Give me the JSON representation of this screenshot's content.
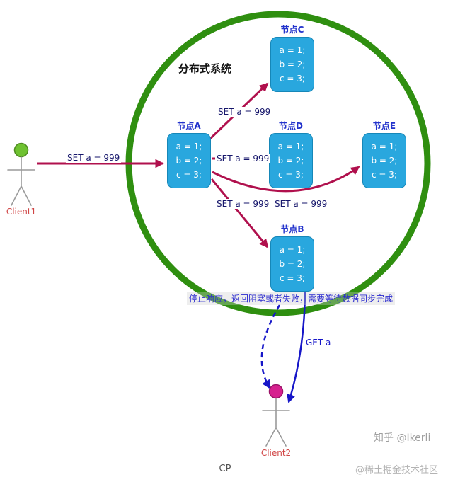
{
  "title": "分布式系统",
  "nodes": {
    "a": {
      "label": "节点A",
      "lines": [
        "a = 1;",
        "b = 2;",
        "c = 3;"
      ]
    },
    "b": {
      "label": "节点B",
      "lines": [
        "a = 1;",
        "b = 2;",
        "c = 3;"
      ]
    },
    "c": {
      "label": "节点C",
      "lines": [
        "a = 1;",
        "b = 2;",
        "c = 3;"
      ]
    },
    "d": {
      "label": "节点D",
      "lines": [
        "a = 1;",
        "b = 2;",
        "c = 3;"
      ]
    },
    "e": {
      "label": "节点E",
      "lines": [
        "a = 1;",
        "b = 2;",
        "c = 3;"
      ]
    }
  },
  "edges": {
    "client1_to_a": "SET a = 999",
    "a_to_c": "SET a = 999",
    "a_to_d": "SET a = 999",
    "a_to_b": "SET a = 999",
    "a_to_e": "SET a = 999",
    "get_a": "GET a"
  },
  "clients": {
    "client1": {
      "label": "Client1"
    },
    "client2": {
      "label": "Client2"
    }
  },
  "annotations": {
    "block_text": "停止响应，返回阻塞或者失败，需要等待数据同步完成",
    "cp_label": "CP"
  },
  "watermarks": {
    "zhihu": "知乎 @Ikerli",
    "juejin": "@稀土掘金技术社区"
  },
  "colors": {
    "circle_stroke": "#2f8f10",
    "node_fill": "#29a7de",
    "node_border": "#1687b8",
    "node_label": "#2333cc",
    "set_arrow": "#b0104d",
    "get_arrow": "#1616c8",
    "edge_label_text": "#16166b",
    "client_label": "#d04545",
    "client1_head": "#6fc231",
    "client2_head": "#d6218f"
  }
}
